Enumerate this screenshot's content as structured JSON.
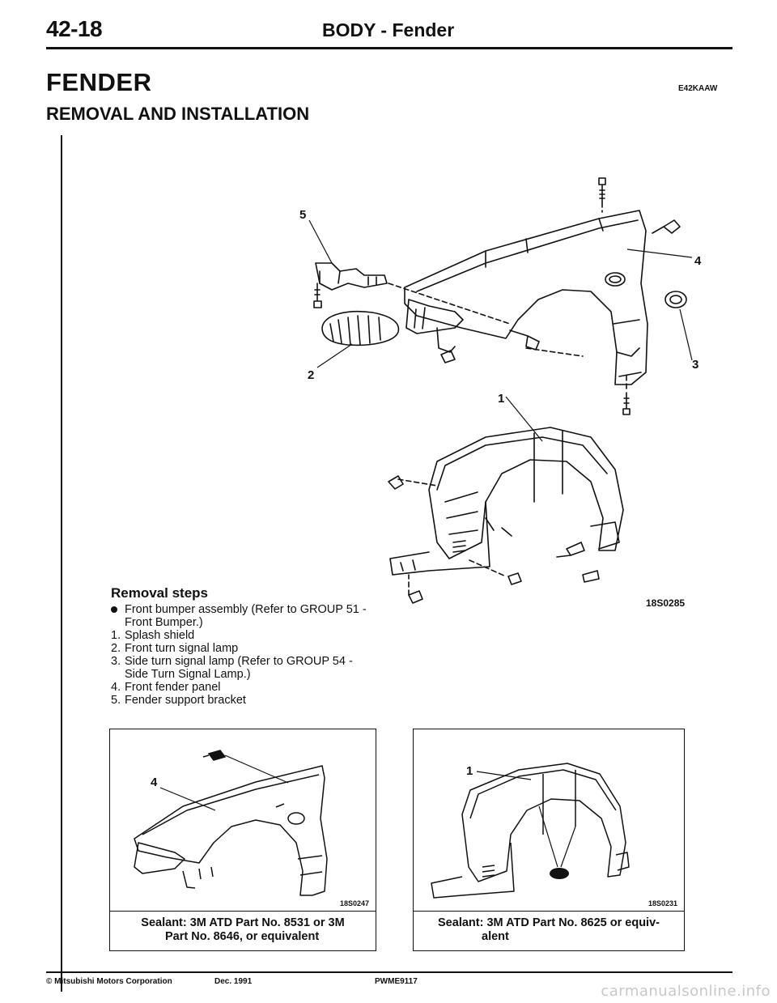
{
  "header": {
    "page_number": "42-18",
    "running_title": "BODY - Fender"
  },
  "section": {
    "title": "FENDER",
    "code": "E42KAAW",
    "subtitle": "REMOVAL AND INSTALLATION"
  },
  "main_figure": {
    "code": "18S0285",
    "callouts": [
      "1",
      "2",
      "3",
      "4",
      "5"
    ]
  },
  "removal_steps": {
    "heading": "Removal steps",
    "items": [
      {
        "mark": "•",
        "text": "Front bumper assembly (Refer to GROUP 51 - Front Bumper.)"
      },
      {
        "mark": "1.",
        "text": "Splash shield"
      },
      {
        "mark": "2.",
        "text": "Front turn signal lamp"
      },
      {
        "mark": "3.",
        "text": "Side turn signal lamp (Refer to GROUP 54 - Side Turn Signal Lamp.)"
      },
      {
        "mark": "4.",
        "text": "Front fender panel"
      },
      {
        "mark": "5.",
        "text": "Fender support bracket"
      }
    ]
  },
  "detail_boxes": [
    {
      "callout": "4",
      "fig_code": "18S0247",
      "caption_line1": "Sealant: 3M ATD Part No. 8531 or 3M",
      "caption_line2": "Part No. 8646, or equivalent"
    },
    {
      "callout": "1",
      "fig_code": "18S0231",
      "caption_line1": "Sealant: 3M ATD Part No. 8625 or equiv-",
      "caption_line2": "alent"
    }
  ],
  "footer": {
    "copyright": "© Mitsubishi Motors Corporation",
    "date": "Dec. 1991",
    "pub_code": "PWME9117"
  },
  "watermark": "carmanualsonline.info"
}
